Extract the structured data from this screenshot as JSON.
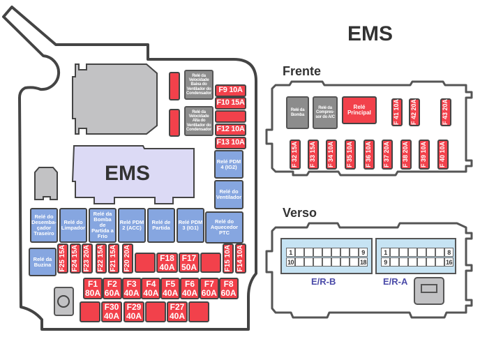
{
  "title": "EMS",
  "main": {
    "ems_module": "EMS",
    "gray_relays": [
      "Relé da Velocidade Baixa do Ventilador do Condensador",
      "Relé da Velocidade Alta do Ventilador do Condensador"
    ],
    "relays": [
      "Relé PDM 4 (IG2)",
      "Relé do Ventilador",
      "Relé do Desemba-çador Traseiro",
      "Relé do Limpador",
      "Relé da Bomba de Partida a Frio",
      "Relé PDM 2 (ACC)",
      "Relé de Partida",
      "Relé PDM 3 (IG1)",
      "Relé do Aquecedor PTC",
      "Relé da Buzina"
    ],
    "fuses_side": [
      "F9 10A",
      "F10 15A",
      "",
      "F12 10A",
      "F13 10A"
    ],
    "fuses_vertical": [
      "F25 15A",
      "F24 15A",
      "F23 20A",
      "F22 15A",
      "F21 15A",
      "F20 20A",
      "F15 10A",
      "F14 10A"
    ],
    "fuses_mid": [
      "",
      "F18 40A",
      "F17 50A",
      ""
    ],
    "fuses_row": [
      "F1 80A",
      "F2 60A",
      "F3 40A",
      "F4 40A",
      "F5 40A",
      "F6 40A",
      "F7 60A",
      "F8 60A"
    ],
    "fuses_bottom": [
      "",
      "F30 40A",
      "F29 40A",
      "",
      "F27 40A",
      ""
    ],
    "small_red": [
      "",
      ""
    ]
  },
  "frente": {
    "label": "Frente",
    "relays": [
      {
        "label": "Relé da Bomba",
        "color": "gray"
      },
      {
        "label": "Relé da Compres-sor do A/C",
        "color": "gray"
      },
      {
        "label": "Relé Principal",
        "color": "red"
      }
    ],
    "fuses": [
      "F 41 10A",
      "F 42 20A",
      "F 43 20A",
      "F 32 15A",
      "F 33 15A",
      "F 34 10A",
      "F 35 10A",
      "F 36 10A",
      "F 37 20A",
      "F 38 20A",
      "F 39 10A",
      "F 40 10A"
    ]
  },
  "verso": {
    "label": "Verso",
    "connectors": [
      {
        "name": "E/R-B",
        "pins_per_row": 9,
        "labels": [
          "1",
          "9",
          "10",
          "18"
        ]
      },
      {
        "name": "E/R-A",
        "pins_per_row": 8,
        "labels": [
          "1",
          "8",
          "9",
          "16"
        ]
      }
    ]
  },
  "colors": {
    "fuse": "#f2414b",
    "relay": "#86a6e0",
    "gray_relay": "#8c8c8c",
    "ems": "#dcdaf5",
    "connector": "#c6e3f3",
    "connector_label": "#4a4aa8"
  }
}
